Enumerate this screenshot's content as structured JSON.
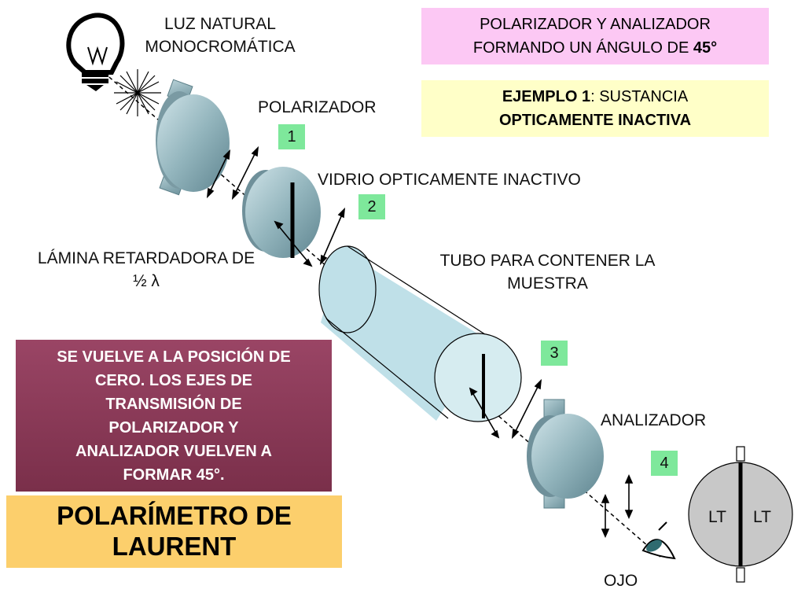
{
  "labels": {
    "light_line1": "LUZ NATURAL",
    "light_line2": "MONOCROMÁTICA",
    "polarizer": "POLARIZADOR",
    "glass": "VIDRIO OPTICAMENTE INACTIVO",
    "plate_line1": "LÁMINA RETARDADORA DE",
    "plate_line2": "½ λ",
    "tube_line1": "TUBO PARA CONTENER LA",
    "tube_line2": "MUESTRA",
    "analyzer": "ANALIZADOR",
    "eye": "OJO"
  },
  "numbers": [
    "1",
    "2",
    "3",
    "4"
  ],
  "title_box": {
    "line1": "POLARIZADOR Y ANALIZADOR",
    "line2_text": "FORMANDO UN ÁNGULO DE ",
    "line2_bold": "45°"
  },
  "example_box": {
    "line1_bold": "EJEMPLO 1",
    "line1_rest": ": SUSTANCIA",
    "line2": "OPTICAMENTE INACTIVA"
  },
  "note_box": {
    "lines": [
      "SE VUELVE A LA POSICIÓN DE",
      "CERO. LOS EJES DE",
      "TRANSMISIÓN DE",
      "POLARIZADOR Y",
      "ANALIZADOR VUELVEN A",
      "FORMAR 45°."
    ]
  },
  "main_title": {
    "line1": "POLARÍMETRO DE",
    "line2": "LAURENT"
  },
  "field_view": {
    "left": "LT",
    "right": "LT"
  },
  "colors": {
    "title_box_bg": "#fcc8f4",
    "example_box_bg": "#ffffc8",
    "note_box_bg": "#8b3a58",
    "main_title_bg": "#fccf6c",
    "number_bg": "#7ee89b",
    "optic_gray": "#8fb0b8",
    "tube_fill": "#bfe0e8",
    "field_gray": "#c8c8c8"
  }
}
